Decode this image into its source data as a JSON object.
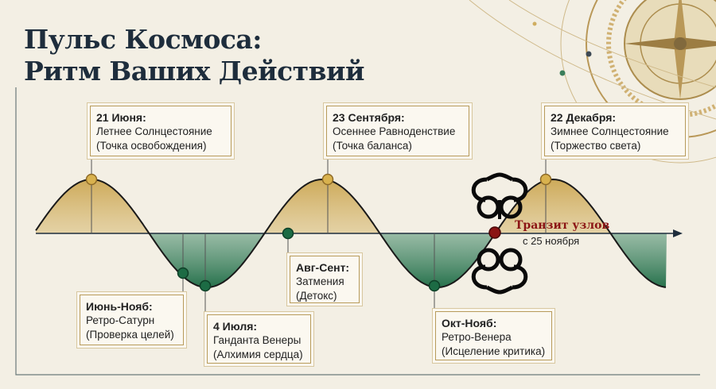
{
  "title": {
    "line1": "Пульс Космоса:",
    "line2": "Ритм Ваших Действий"
  },
  "colors": {
    "navy": "#1e2d3c",
    "gold": "#c9a24a",
    "green": "#1c6b44",
    "red": "#8b1414"
  },
  "peaks": [
    {
      "heading": "21 Июня:",
      "line1": "Летнее Солнцестояние",
      "line2": "(Точка освобождения)"
    },
    {
      "heading": "23 Сентября:",
      "line1": "Осеннее Равноденствие",
      "line2": "(Точка баланса)"
    },
    {
      "heading": "22 Декабря:",
      "line1": "Зимнее Солнцестояние",
      "line2": "(Торжество света)"
    }
  ],
  "troughs": [
    {
      "heading": "Июнь-Нояб:",
      "line1": "Ретро-Сатурн",
      "line2": "(Проверка целей)"
    },
    {
      "heading": "4 Июля:",
      "line1": "Ганданта Венеры",
      "line2": "(Алхимия сердца)"
    },
    {
      "heading": "Авг-Сент:",
      "line1": "Затмения",
      "line2": "(Детокс)"
    },
    {
      "heading": "Окт-Нояб:",
      "line1": "Ретро-Венера",
      "line2": "(Исцеление критика)"
    }
  ],
  "transit": {
    "title": "Транзит узлов",
    "subtitle": "с 25 ноября",
    "icon": "lunar-nodes-icon"
  }
}
